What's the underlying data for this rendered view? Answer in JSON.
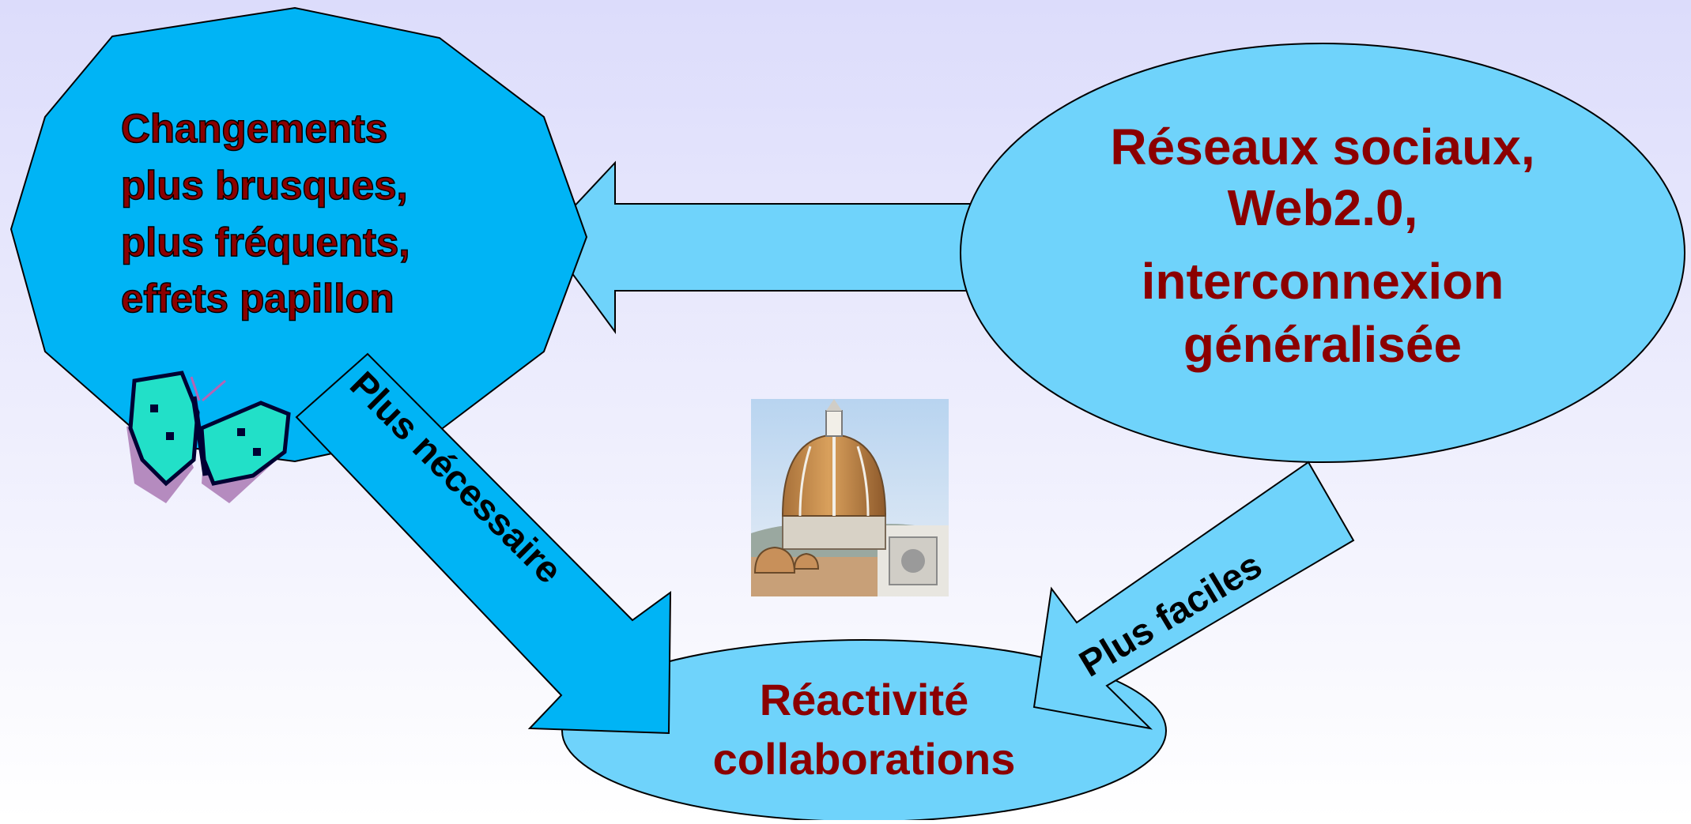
{
  "nodes": {
    "changes": {
      "lines": [
        "Changements",
        "plus brusques,",
        "plus fréquents,",
        "effets papillon"
      ]
    },
    "social": {
      "lines": [
        "Réseaux sociaux,",
        "Web2.0,",
        "interconnexion",
        "généralisée"
      ]
    },
    "reactivity": {
      "lines": [
        "Réactivité",
        "collaborations"
      ]
    }
  },
  "arrows": {
    "necessary": {
      "label": "Plus nécessaire"
    },
    "easier": {
      "label": "Plus faciles"
    }
  },
  "images": {
    "butterfly": {
      "icon": "butterfly-icon"
    },
    "dome": {
      "icon": "cathedral-dome-photo"
    }
  },
  "colors": {
    "background_top": "#dcdcfb",
    "background_bottom": "#ffffff",
    "starburst_fill": "#00b4f5",
    "ellipse_fill": "#6fd3fb",
    "arrow_fill": "#6fd3fb",
    "arrow_dark_fill": "#00b4f5",
    "node_text": "#8b0000",
    "arrow_text": "#000000"
  }
}
